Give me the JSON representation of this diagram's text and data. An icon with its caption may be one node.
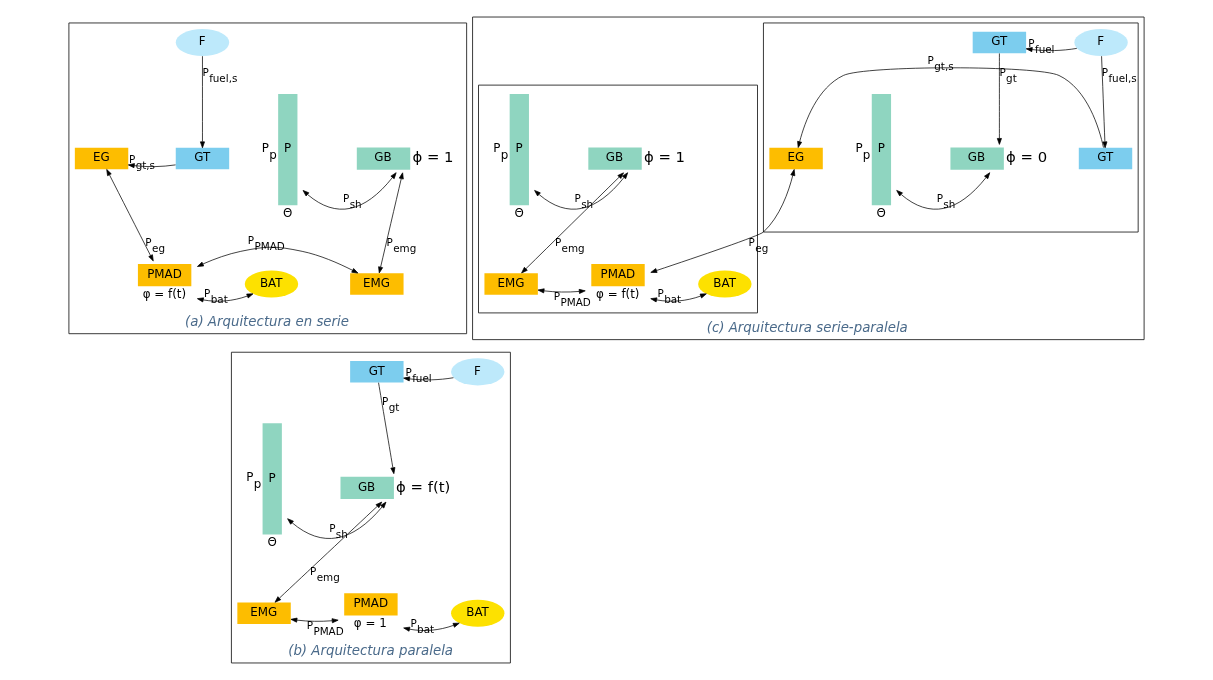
{
  "diagram": {
    "nodes": [
      {
        "text": [
          "(a) Arquitectura en serie"
        ]
      },
      {
        "text": [
          "P"
        ],
        "in": 0,
        "beside": [
          "P$_{p}$",
          "Θ"
        ]
      },
      {
        "text": [
          "GB"
        ],
        "in": 0,
        "beside": [
          "ϕ = 1"
        ]
      },
      {
        "text": [
          "EMG"
        ],
        "in": 0
      },
      {
        "text": [
          "PMAD"
        ],
        "in": 0,
        "beside": [
          "φ = f(t)"
        ]
      },
      {
        "text": [
          "BAT"
        ],
        "in": 0
      },
      {
        "text": [
          "EG"
        ],
        "in": 0
      },
      {
        "text": [
          "GT"
        ],
        "in": 0
      },
      {
        "text": [
          "F"
        ],
        "in": 0
      },
      {
        "text": [
          "(b) Arquitectura paralela"
        ]
      },
      {
        "text": [
          "P"
        ],
        "in": 9,
        "beside": [
          "P$_{p}$",
          "Θ"
        ]
      },
      {
        "text": [
          "GT"
        ],
        "in": 9
      },
      {
        "text": [
          "F"
        ],
        "in": 9
      },
      {
        "text": [
          "GB"
        ],
        "in": 9,
        "beside": [
          "ϕ = f(t)"
        ]
      },
      {
        "text": [
          "EMG"
        ],
        "in": 9
      },
      {
        "text": [
          "PMAD"
        ],
        "in": 9,
        "beside": [
          "φ = 1"
        ]
      },
      {
        "text": [
          "BAT"
        ],
        "in": 9
      },
      {
        "text": [
          "(c) Arquitectura serie-paralela"
        ]
      },
      {
        "text": [],
        "shape": "box",
        "in": 17
      },
      {
        "text": [],
        "shape": "box",
        "in": 17
      },
      {
        "text": [
          "P"
        ],
        "in": 18,
        "beside": [
          "P$_{p}$",
          "Θ"
        ]
      },
      {
        "text": [
          "GT"
        ],
        "in": 18
      },
      {
        "text": [
          "F"
        ],
        "in": 18
      },
      {
        "text": [
          "GB"
        ],
        "in": 18,
        "beside": [
          "ϕ = 0"
        ]
      },
      {
        "text": [
          "EG"
        ],
        "in": 18
      },
      {
        "text": [
          "GT"
        ],
        "in": 18
      },
      {
        "text": [
          "P"
        ],
        "in": 19,
        "beside": [
          "P$_{p}$",
          "Θ"
        ]
      },
      {
        "text": [
          "GB"
        ],
        "in": 19,
        "beside": [
          "ϕ = 1"
        ]
      },
      {
        "text": [
          "EMG"
        ],
        "in": 19
      },
      {
        "text": [
          "PMAD"
        ],
        "in": 19,
        "beside": [
          "φ = f(t)"
        ]
      },
      {
        "text": [
          "BAT"
        ],
        "in": 19
      }
    ],
    "edges": [
      {
        "from": 1,
        "to": 2,
        "arrow": "both",
        "label": "P$_{sh}$"
      },
      {
        "from": 3,
        "to": 2,
        "arrow": "both",
        "label": "P$_{emg}$"
      },
      {
        "from": 3,
        "to": 4,
        "arrow": "both",
        "label": "P$_{PMAD}$"
      },
      {
        "from": 4,
        "to": 5,
        "arrow": "both",
        "label": "P$_{bat}$"
      },
      {
        "from": 4,
        "to": 6,
        "arrow": "both",
        "label": "P$_{eg}$"
      },
      {
        "from": 7,
        "to": 6,
        "arrow": "to",
        "label": "P$_{gt,s}$"
      },
      {
        "from": 8,
        "to": 7,
        "arrow": "to",
        "label": "P$_{fuel,s}$"
      },
      {
        "from": 12,
        "to": 11,
        "arrow": "to",
        "label": "P$_{fuel}$"
      },
      {
        "from": 11,
        "to": 13,
        "arrow": "to",
        "label": "P$_{gt}$"
      },
      {
        "from": 10,
        "to": 13,
        "arrow": "both",
        "label": "P$_{sh}$"
      },
      {
        "from": 14,
        "to": 13,
        "arrow": "both",
        "label": "P$_{emg}$"
      },
      {
        "from": 14,
        "to": 15,
        "arrow": "both",
        "label": "P$_{PMAD}$"
      },
      {
        "from": 15,
        "to": 16,
        "arrow": "both",
        "label": "P$_{bat}$"
      },
      {
        "from": 22,
        "to": 21,
        "arrow": "to",
        "label": "P$_{fuel}$"
      },
      {
        "from": 21,
        "to": 23,
        "arrow": "to",
        "label": "P$_{gt}$"
      },
      {
        "from": 20,
        "to": 23,
        "arrow": "both",
        "label": "P$_{sh}$"
      },
      {
        "from": 22,
        "to": 25,
        "arrow": "to",
        "label": "P$_{fuel,s}$"
      },
      {
        "from": 25,
        "to": 24,
        "arrow": "to",
        "label": "P$_{gt,s}$"
      },
      {
        "from": 24,
        "to": 29,
        "arrow": "both",
        "label": "P$_{eg}$"
      },
      {
        "from": 26,
        "to": 27,
        "arrow": "both",
        "label": "P$_{sh}$"
      },
      {
        "from": 28,
        "to": 27,
        "arrow": "both",
        "label": "P$_{emg}$"
      },
      {
        "from": 28,
        "to": 29,
        "arrow": "both",
        "label": "P$_{PMAD}$"
      },
      {
        "from": 29,
        "to": 30,
        "arrow": "both",
        "label": "P$_{bat}$"
      }
    ]
  }
}
